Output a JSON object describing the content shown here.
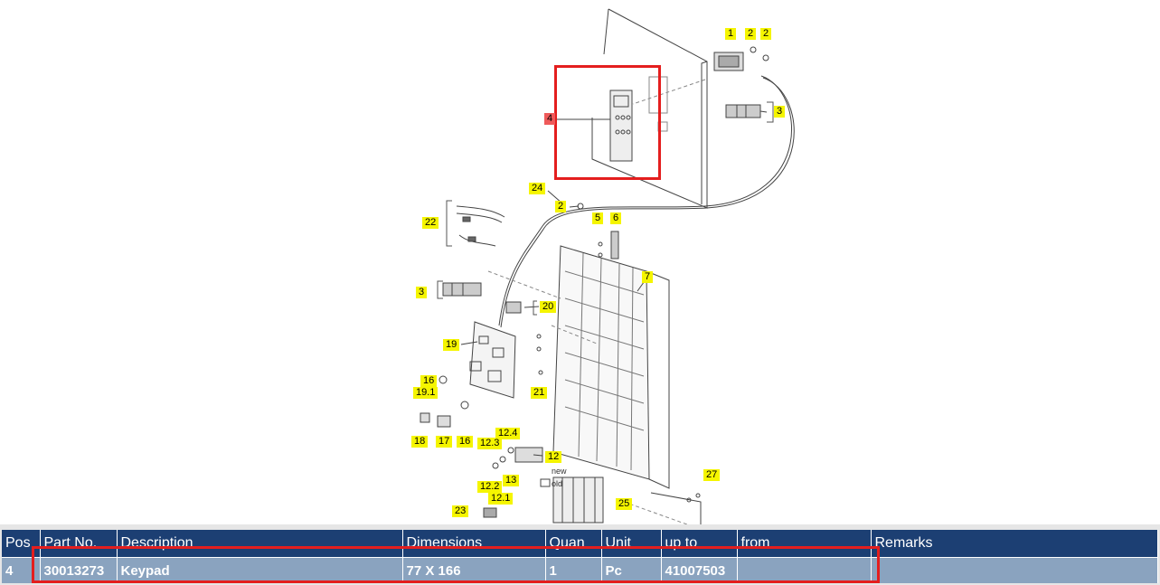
{
  "diagram": {
    "callouts": [
      {
        "id": "1",
        "label": "1"
      },
      {
        "id": "2a",
        "label": "2"
      },
      {
        "id": "2b",
        "label": "2"
      },
      {
        "id": "3a",
        "label": "3"
      },
      {
        "id": "4",
        "label": "4"
      },
      {
        "id": "24",
        "label": "24"
      },
      {
        "id": "2c",
        "label": "2"
      },
      {
        "id": "5",
        "label": "5"
      },
      {
        "id": "6",
        "label": "6"
      },
      {
        "id": "22",
        "label": "22"
      },
      {
        "id": "7",
        "label": "7"
      },
      {
        "id": "3b",
        "label": "3"
      },
      {
        "id": "20",
        "label": "20"
      },
      {
        "id": "19",
        "label": "19"
      },
      {
        "id": "16a",
        "label": "16"
      },
      {
        "id": "19.1",
        "label": "19.1"
      },
      {
        "id": "21",
        "label": "21"
      },
      {
        "id": "12.4",
        "label": "12.4"
      },
      {
        "id": "12.3",
        "label": "12.3"
      },
      {
        "id": "12",
        "label": "12"
      },
      {
        "id": "18",
        "label": "18"
      },
      {
        "id": "17",
        "label": "17"
      },
      {
        "id": "16b",
        "label": "16"
      },
      {
        "id": "13",
        "label": "13"
      },
      {
        "id": "12.2",
        "label": "12.2"
      },
      {
        "id": "12.1",
        "label": "12.1"
      },
      {
        "id": "27",
        "label": "27"
      },
      {
        "id": "25",
        "label": "25"
      },
      {
        "id": "23",
        "label": "23"
      }
    ],
    "notes": {
      "new": "new",
      "old": "old"
    }
  },
  "table": {
    "headers": [
      "Pos",
      "Part No.",
      "Description",
      "Dimensions",
      "Quan",
      "Unit",
      "up to",
      "from",
      "Remarks"
    ],
    "rows": [
      [
        "4",
        "30013273",
        "Keypad",
        "77 X 166",
        "1",
        "Pc",
        "41007503",
        "",
        ""
      ]
    ]
  },
  "colors": {
    "header_bg": "#1c3f73",
    "row_bg": "#8aa3bf",
    "callout": "#f5f500",
    "highlight": "#e41e1e"
  }
}
